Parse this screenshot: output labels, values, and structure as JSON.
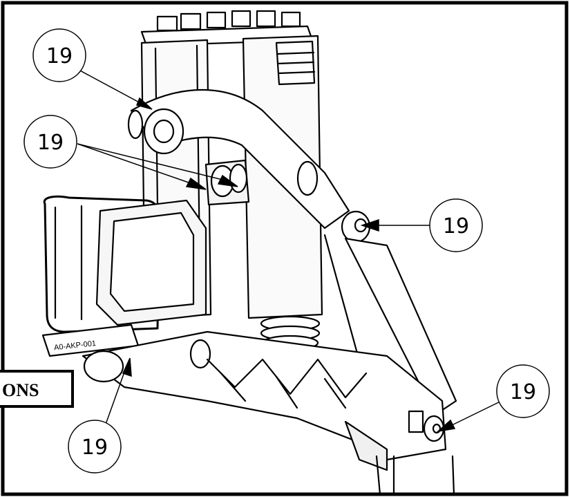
{
  "callouts": [
    {
      "id": "c1",
      "label": "19"
    },
    {
      "id": "c2",
      "label": "19"
    },
    {
      "id": "c3",
      "label": "19"
    },
    {
      "id": "c4",
      "label": "19"
    },
    {
      "id": "c5",
      "label": "19"
    }
  ],
  "section_label": "ONS",
  "part_marking": "A0-AKP-001",
  "colors": {
    "line": "#000000",
    "background": "#ffffff",
    "shade": "#e6e6e6"
  }
}
